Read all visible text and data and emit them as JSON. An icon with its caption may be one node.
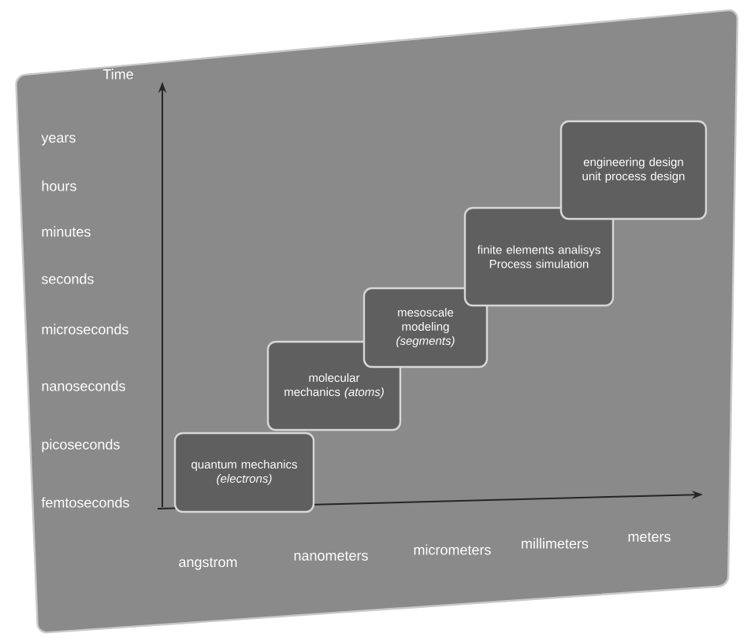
{
  "diagram": {
    "nodes": [
      {
        "text": [
          "quantum mechanics *(electrons)*"
        ]
      },
      {
        "text": [
          "molecular mechanics *(atoms)*"
        ]
      },
      {
        "text": [
          "mesoscale modeling *(segments)*"
        ]
      },
      {
        "text": [
          "finite elements analisys Process simulation"
        ]
      },
      {
        "text": [
          "engineering design unit process design"
        ]
      }
    ],
    "edges": [],
    "labels": [
      "Time",
      "years",
      "hours",
      "minutes",
      "seconds",
      "microseconds",
      "nanoseconds",
      "picoseconds",
      "femtoseconds",
      "angstrom",
      "nanometers",
      "micrometers",
      "millimeters",
      "meters"
    ]
  }
}
